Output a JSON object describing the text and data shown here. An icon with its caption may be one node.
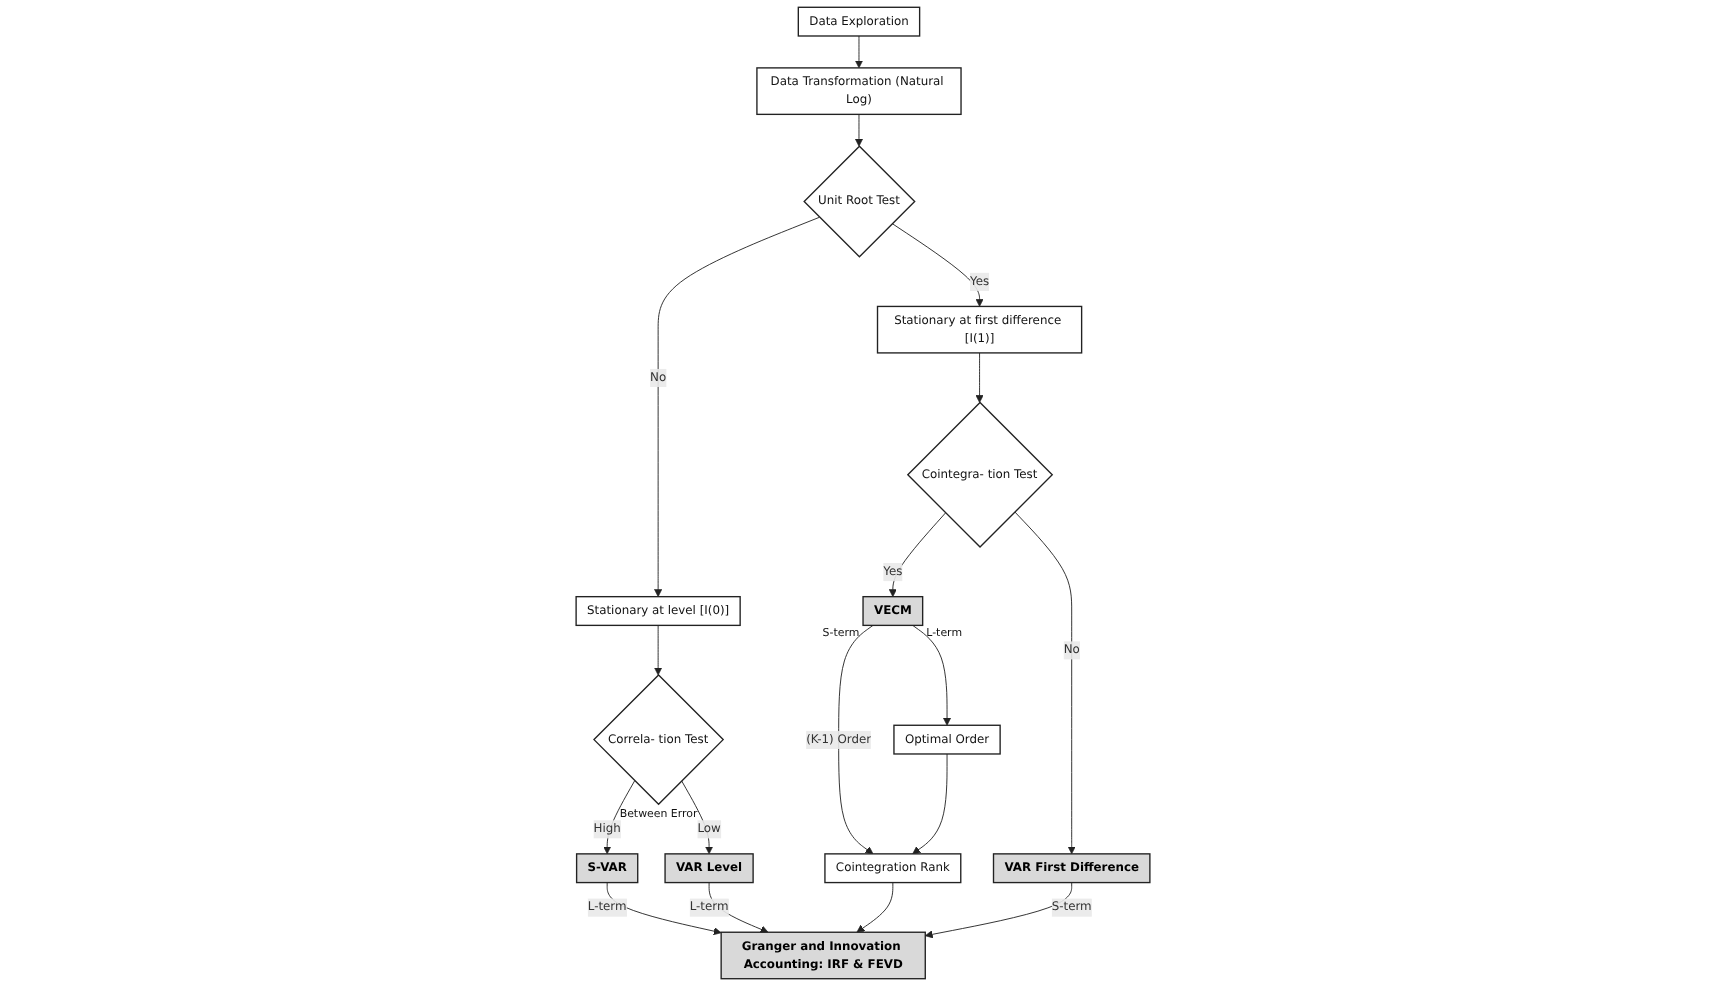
{
  "diagram": {
    "nodes": [
      {
        "text": [
          "Data Transformation (Natural Log)"
        ]
      },
      {
        "text": [
          "Data Exploration"
        ]
      },
      {
        "text": [
          "Unit Root Test"
        ]
      },
      {
        "text": [
          "Stationary at level [I(0)]"
        ]
      },
      {
        "text": [
          "Stationary at first difference [I(1)]"
        ]
      },
      {
        "text": [
          "Correla- tion Test"
        ],
        "beside": [
          "Between Error"
        ]
      },
      {
        "text": [
          "Cointegra- tion Test"
        ]
      },
      {
        "text": [
          "S-VAR"
        ]
      },
      {
        "text": [
          "VAR Level"
        ]
      },
      {
        "text": [
          "VECM"
        ],
        "beside": [
          "S-term",
          "L-term"
        ]
      },
      {
        "text": [
          "Optimal Order"
        ]
      },
      {
        "text": [
          "Cointegration Rank"
        ]
      },
      {
        "text": [
          "VAR First Difference"
        ]
      },
      {
        "text": [
          "Granger and Innovation Accounting: IRF & FEVD"
        ]
      }
    ],
    "edges": [
      {
        "from": 1,
        "to": 0,
        "arrow": "to"
      },
      {
        "from": 0,
        "to": 2,
        "arrow": "to"
      },
      {
        "from": 2,
        "to": 3,
        "arrow": "to",
        "label": "No"
      },
      {
        "from": 2,
        "to": 4,
        "arrow": "to",
        "label": "Yes"
      },
      {
        "from": 3,
        "to": 5,
        "arrow": "to"
      },
      {
        "from": 4,
        "to": 6,
        "arrow": "to"
      },
      {
        "from": 5,
        "to": 7,
        "arrow": "to",
        "label": "High"
      },
      {
        "from": 5,
        "to": 8,
        "arrow": "to",
        "label": "Low"
      },
      {
        "from": 6,
        "to": 9,
        "arrow": "to",
        "label": "Yes"
      },
      {
        "from": 6,
        "to": 12,
        "arrow": "to",
        "label": "No"
      },
      {
        "from": 9,
        "to": 10,
        "arrow": "to"
      },
      {
        "from": 9,
        "to": 11,
        "arrow": "to",
        "label": "(K-1) Order"
      },
      {
        "from": 10,
        "to": 11,
        "arrow": "to"
      },
      {
        "from": 7,
        "to": 13,
        "arrow": "to",
        "label": "L-term"
      },
      {
        "from": 8,
        "to": 13,
        "arrow": "to",
        "label": "L-term"
      },
      {
        "from": 11,
        "to": 13,
        "arrow": "to"
      },
      {
        "from": 12,
        "to": 13,
        "arrow": "to",
        "label": "S-term"
      }
    ]
  }
}
